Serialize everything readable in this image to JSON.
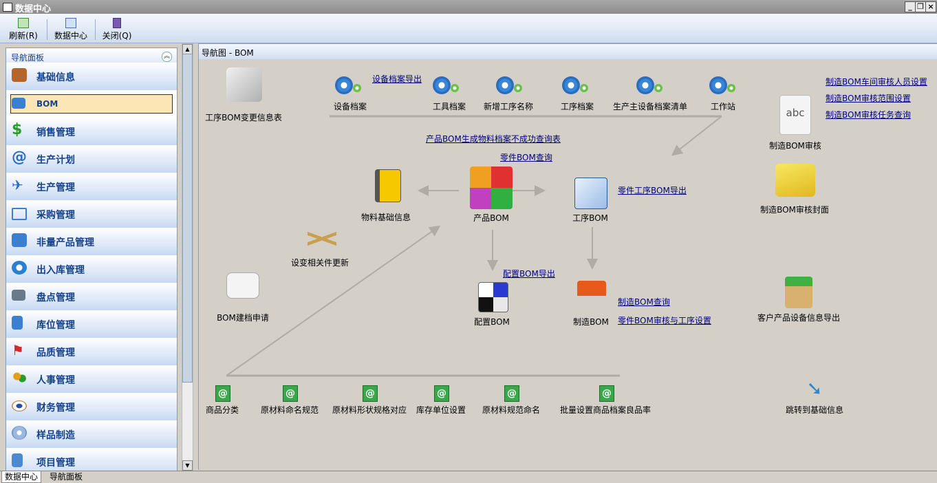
{
  "window": {
    "title": "数据中心"
  },
  "toolbar": {
    "refresh_label": "刷新(R)",
    "datacenter_label": "数据中心",
    "close_label": "关闭(Q)"
  },
  "nav": {
    "title": "导航面板",
    "items": [
      {
        "label": "基础信息",
        "icon": "briefcase-icon"
      },
      {
        "label": "BOM",
        "icon": "bom-icon"
      },
      {
        "label": "销售管理",
        "icon": "dollar-icon"
      },
      {
        "label": "生产计划",
        "icon": "at-sign-icon"
      },
      {
        "label": "生产管理",
        "icon": "airplane-icon"
      },
      {
        "label": "采购管理",
        "icon": "cart-icon"
      },
      {
        "label": "非量产品管理",
        "icon": "toolbox-icon"
      },
      {
        "label": "出入库管理",
        "icon": "refresh-icon"
      },
      {
        "label": "盘点管理",
        "icon": "computer-icon"
      },
      {
        "label": "库位管理",
        "icon": "document-icon"
      },
      {
        "label": "品质管理",
        "icon": "flag-icon"
      },
      {
        "label": "人事管理",
        "icon": "people-icon"
      },
      {
        "label": "财务管理",
        "icon": "eye-icon"
      },
      {
        "label": "样品制造",
        "icon": "disc-icon"
      },
      {
        "label": "项目管理",
        "icon": "building-icon"
      }
    ]
  },
  "panel": {
    "title": "导航图 - BOM"
  },
  "diagram": {
    "change_info": "工序BOM变更信息表",
    "device_export_link": "设备档案导出",
    "top_row": [
      "设备档案",
      "工具档案",
      "新增工序名称",
      "工序档案",
      "生产主设备档案清单",
      "工作站"
    ],
    "fail_query_link": "产品BOM生成物料档案不成功查询表",
    "part_bom_query_link": "零件BOM查询",
    "material_info": "物料基础信息",
    "product_bom": "产品BOM",
    "process_bom": "工序BOM",
    "part_process_export_link": "零件工序BOM导出",
    "related_update": "设变相关件更新",
    "config_export_link": "配置BOM导出",
    "bom_request": "BOM建档申请",
    "config_bom": "配置BOM",
    "manufacture_bom": "制造BOM",
    "manufacture_query_link": "制造BOM查询",
    "part_audit_link": "零件BOM审核与工序设置",
    "right_links": [
      "制造BOM车间审核人员设置",
      "制造BOM审核范围设置",
      "制造BOM审核任务查询"
    ],
    "audit": "制造BOM审核",
    "audit_cover": "制造BOM审核封面",
    "customer_export": "客户产品设备信息导出",
    "bottom_row": [
      "商品分类",
      "原材料命名规范",
      "原材料形状规格对应",
      "库存单位设置",
      "原材料规范命名",
      "批量设置商品档案良品率"
    ],
    "jump_basic": "跳转到基础信息"
  },
  "status": {
    "tabs": [
      "数据中心",
      "导航面板"
    ]
  }
}
